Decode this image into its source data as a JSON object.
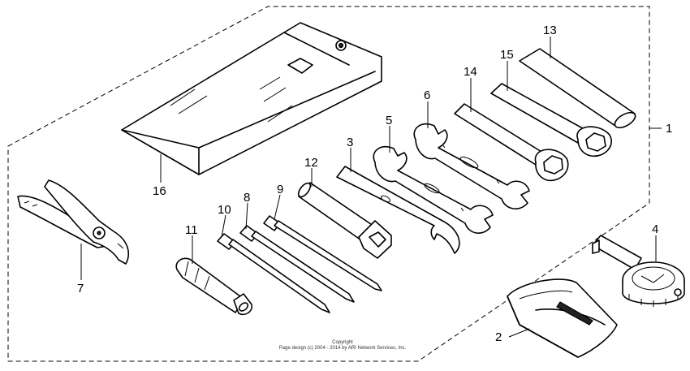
{
  "diagram": {
    "callouts": [
      {
        "id": "1",
        "label": "1",
        "part": "tool-kit-assembly"
      },
      {
        "id": "2",
        "label": "2",
        "part": "tool-bag"
      },
      {
        "id": "3",
        "label": "3",
        "part": "pin-spanner"
      },
      {
        "id": "4",
        "label": "4",
        "part": "tire-pressure-gauge"
      },
      {
        "id": "5",
        "label": "5",
        "part": "open-end-wrench-small"
      },
      {
        "id": "6",
        "label": "6",
        "part": "open-end-wrench-large"
      },
      {
        "id": "7",
        "label": "7",
        "part": "pliers"
      },
      {
        "id": "8",
        "label": "8",
        "part": "screwdriver-bit-1"
      },
      {
        "id": "9",
        "label": "9",
        "part": "screwdriver-bit-2"
      },
      {
        "id": "10",
        "label": "10",
        "part": "screwdriver-bit-3"
      },
      {
        "id": "11",
        "label": "11",
        "part": "screwdriver-handle"
      },
      {
        "id": "12",
        "label": "12",
        "part": "spark-plug-wrench"
      },
      {
        "id": "13",
        "label": "13",
        "part": "extension-bar"
      },
      {
        "id": "14",
        "label": "14",
        "part": "box-wrench-1"
      },
      {
        "id": "15",
        "label": "15",
        "part": "box-wrench-2"
      },
      {
        "id": "16",
        "label": "16",
        "part": "tool-pouch"
      }
    ]
  },
  "footer": {
    "line1": "Copyright",
    "line2": "Page design (c) 2004 - 2014 by ARI Network Services, Inc."
  }
}
